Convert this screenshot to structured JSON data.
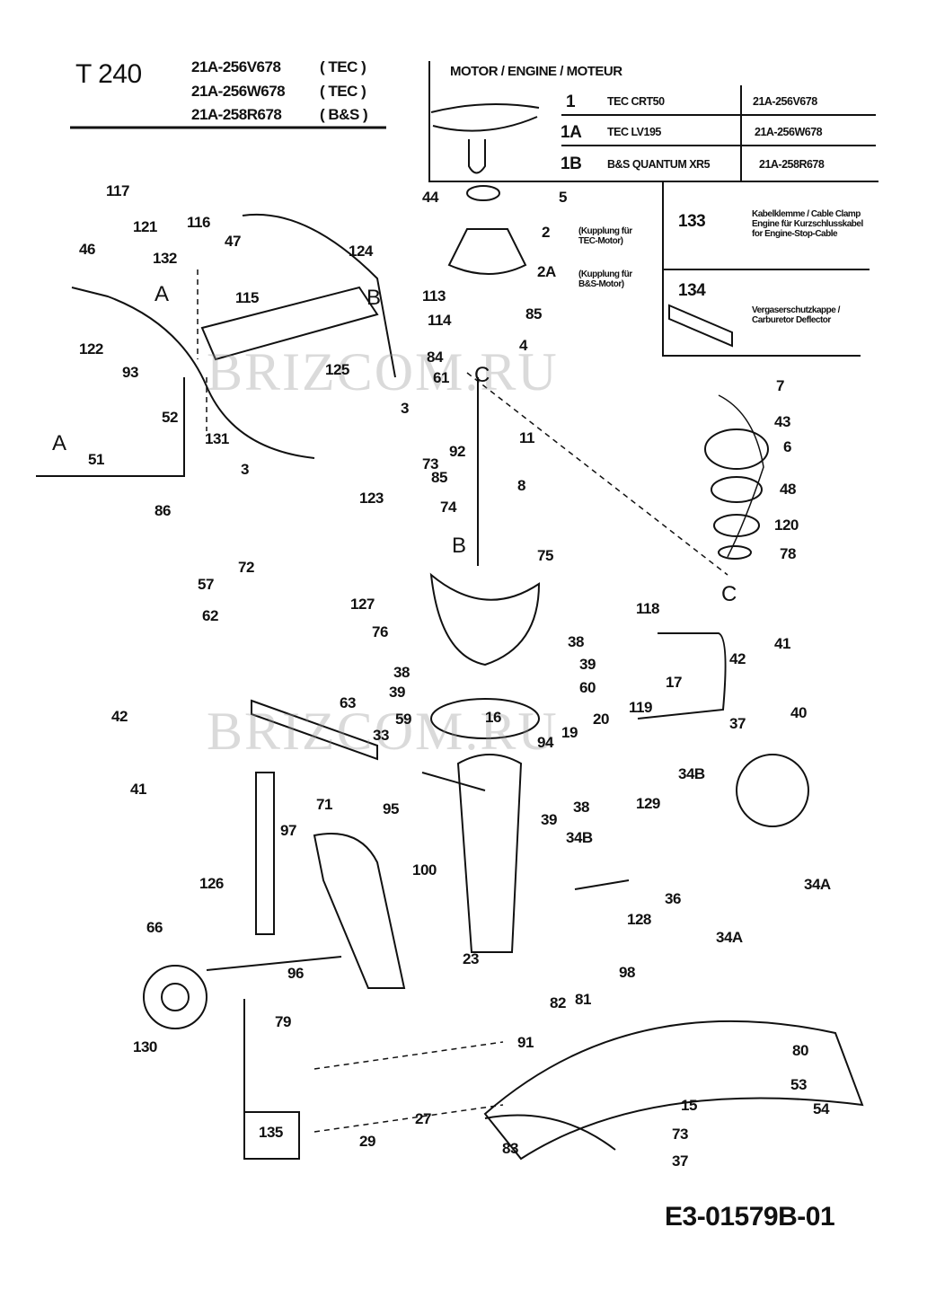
{
  "header": {
    "model": "T 240",
    "variants": [
      {
        "code": "21A-256V678",
        "engine": "( TEC )"
      },
      {
        "code": "21A-256W678",
        "engine": "( TEC )"
      },
      {
        "code": "21A-258R678",
        "engine": "( B&S )"
      }
    ]
  },
  "engine_table": {
    "title": "MOTOR / ENGINE / MOTEUR",
    "rows": [
      {
        "ref": "1",
        "name": "TEC CRT50",
        "code": "21A-256V678"
      },
      {
        "ref": "1A",
        "name": "TEC LV195",
        "code": "21A-256W678"
      },
      {
        "ref": "1B",
        "name": "B&S QUANTUM XR5",
        "code": "21A-258R678"
      }
    ]
  },
  "notes": {
    "coupling_tec": "(Kupplung für TEC-Motor)",
    "coupling_bs": "(Kupplung für B&S-Motor)"
  },
  "extras": [
    {
      "ref": "133",
      "text": "Kabelklemme / Cable Clamp Engine für Kurzschlusskabel for Engine-Stop-Cable"
    },
    {
      "ref": "134",
      "text": "Vergaserschutzkappe / Carburetor Deflector"
    }
  ],
  "box_label": "135",
  "drawing_number": "E3-01579B-01",
  "watermark": "BRIZCOM.RU",
  "labels": [
    "117",
    "121",
    "116",
    "46",
    "47",
    "132",
    "115",
    "A",
    "B",
    "124",
    "122",
    "93",
    "52",
    "A",
    "51",
    "131",
    "125",
    "84",
    "61",
    "3",
    "92",
    "73",
    "85",
    "3",
    "123",
    "74",
    "86",
    "72",
    "57",
    "62",
    "B",
    "75",
    "127",
    "76",
    "38",
    "39",
    "38",
    "39",
    "60",
    "17",
    "118",
    "42",
    "41",
    "40",
    "37",
    "16",
    "59",
    "33",
    "19",
    "20",
    "119",
    "94",
    "63",
    "42",
    "41",
    "71",
    "34B",
    "38",
    "39",
    "95",
    "129",
    "34B",
    "97",
    "100",
    "126",
    "36",
    "34A",
    "128",
    "34A",
    "66",
    "96",
    "23",
    "98",
    "82",
    "81",
    "79",
    "130",
    "91",
    "80",
    "53",
    "54",
    "15",
    "27",
    "73",
    "29",
    "83",
    "37",
    "44",
    "5",
    "2",
    "2A",
    "113",
    "114",
    "85",
    "4",
    "11",
    "8",
    "C",
    "C",
    "7",
    "43",
    "6",
    "48",
    "120",
    "78"
  ]
}
